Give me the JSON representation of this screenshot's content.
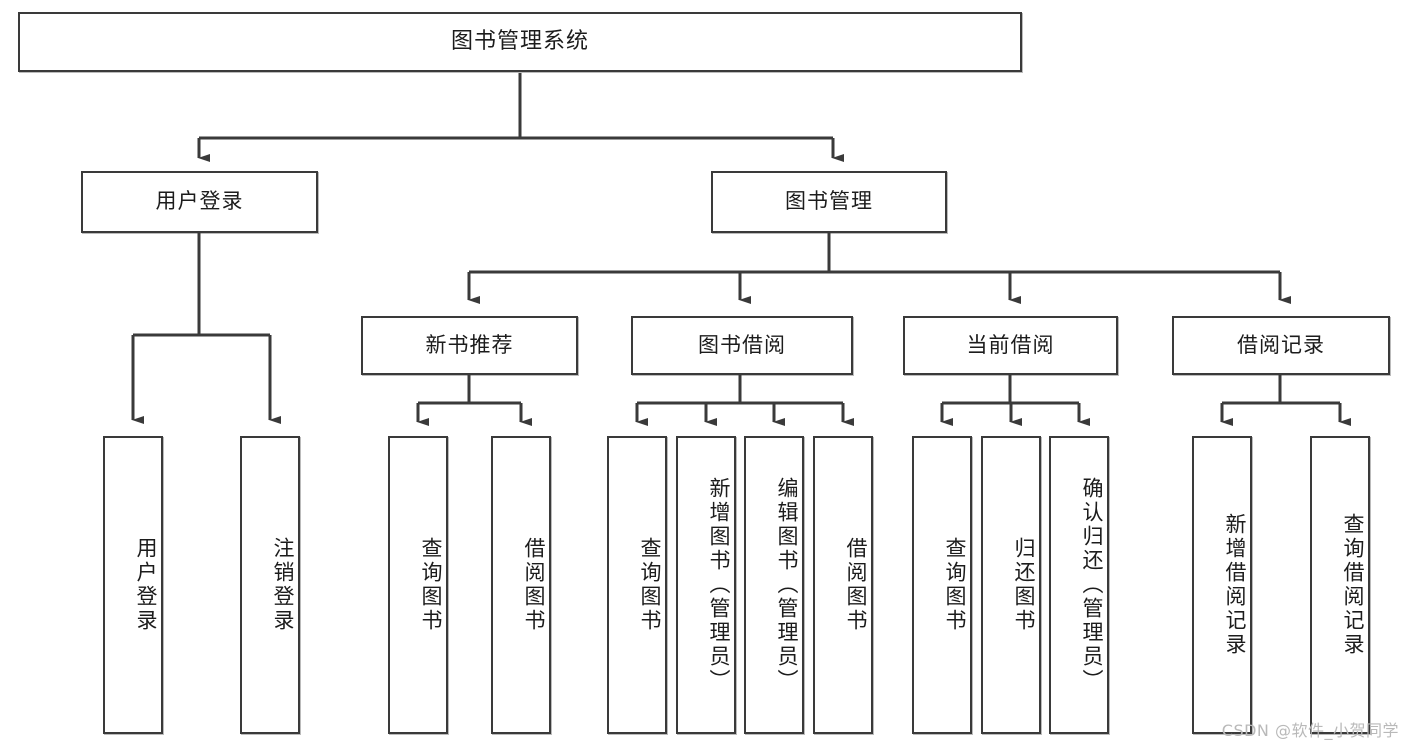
{
  "diagram": {
    "title": "图书管理系统",
    "watermark": "CSDN @软件_小贺同学",
    "stroke_color": "#3a3a3a",
    "background_color": "#ffffff",
    "text_color": "#1c1c1c"
  },
  "levels": {
    "root": {
      "label": "图书管理系统"
    },
    "level2": [
      {
        "label": "用户登录"
      },
      {
        "label": "图书管理"
      }
    ],
    "level3": [
      {
        "label": "新书推荐"
      },
      {
        "label": "图书借阅"
      },
      {
        "label": "当前借阅"
      },
      {
        "label": "借阅记录"
      }
    ],
    "leaves": {
      "user_login": [
        {
          "label": "用户登录"
        },
        {
          "label": "注销登录"
        }
      ],
      "new_book": [
        {
          "label": "查询图书"
        },
        {
          "label": "借阅图书"
        }
      ],
      "book_borrow": [
        {
          "label": "查询图书"
        },
        {
          "label": "新增图书（管理员）"
        },
        {
          "label": "编辑图书（管理员）"
        },
        {
          "label": "借阅图书"
        }
      ],
      "current_borrow": [
        {
          "label": "查询图书"
        },
        {
          "label": "归还图书"
        },
        {
          "label": "确认归还（管理员）"
        }
      ],
      "borrow_record": [
        {
          "label": "新增借阅记录"
        },
        {
          "label": "查询借阅记录"
        }
      ]
    }
  }
}
